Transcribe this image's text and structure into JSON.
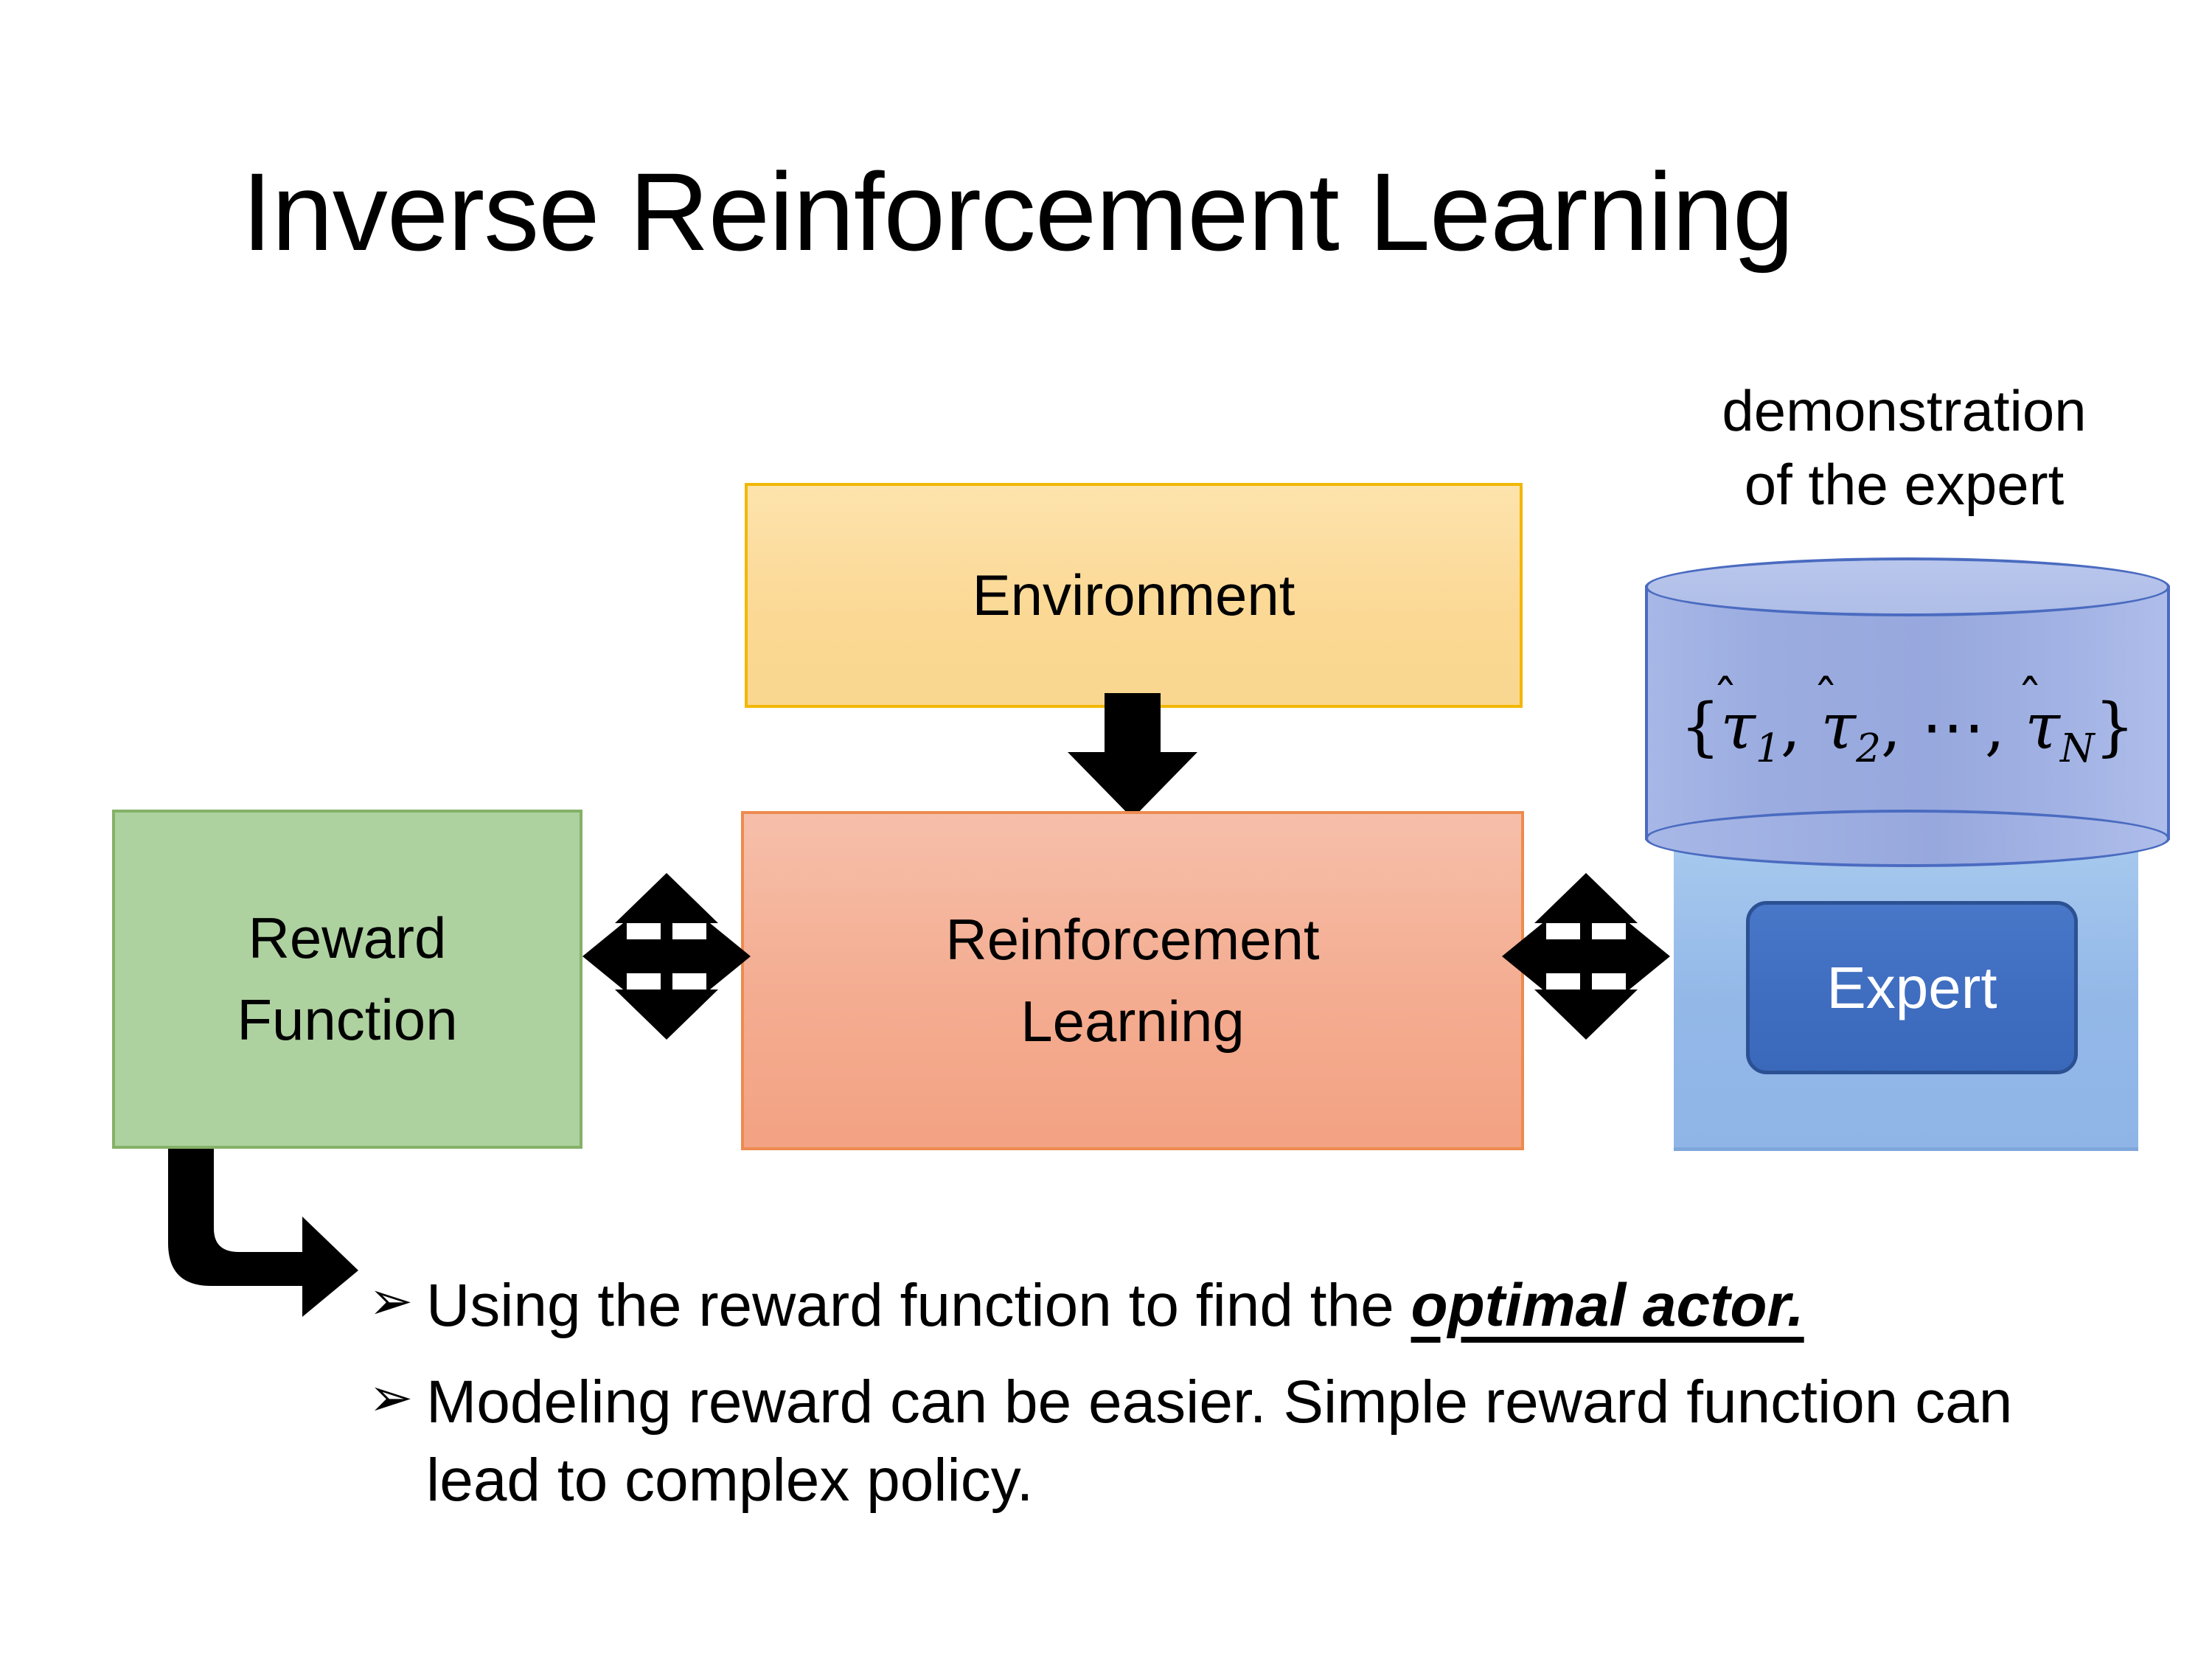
{
  "slide": {
    "title": "Inverse Reinforcement Learning",
    "background_color": "#FFFFFF"
  },
  "diagram": {
    "environment": {
      "label": "Environment",
      "fill_color": "#FBD894",
      "border_color": "#F2B705"
    },
    "reinforcement_learning": {
      "label_line1": "Reinforcement",
      "label_line2": "Learning",
      "fill_color": "#F4AC90",
      "border_color": "#ED8B4F"
    },
    "reward_function": {
      "label_line1": "Reward",
      "label_line2": "Function",
      "fill_color": "#AED1A0",
      "border_color": "#84B167"
    },
    "demonstration": {
      "caption_line1": "demonstration",
      "caption_line2": "of the expert",
      "cylinder_math": {
        "open_brace": "{",
        "tau1": "τ",
        "tau1_hat": "̂",
        "tau1_sub": "1",
        "sep1": ",",
        "tau2": "τ",
        "tau2_hat": "̂",
        "tau2_sub": "2",
        "sep2": ",",
        "ellipsis": "⋯",
        "sep3": ",",
        "tauN": "τ",
        "tauN_hat": "̂",
        "tauN_sub": "N",
        "close_brace": "}",
        "plain": "{τ̂₁, τ̂₂, ⋯, τ̂ₙ}"
      },
      "cylinder_fill_color": "#9BACE0",
      "cylinder_border_color": "#4A6BC0"
    },
    "expert": {
      "label": "Expert",
      "fill_color": "#3F6DC0",
      "border_color": "#2C5193",
      "text_color": "#FFFFFF",
      "backdrop_color": "#93B8E8"
    },
    "arrows": {
      "environment_to_rl": "down-arrow",
      "reward_rl_link": "quad-arrow",
      "rl_expert_link": "quad-arrow",
      "reward_to_bullets": "bent-arrow-right",
      "color": "#000000"
    }
  },
  "bullets": [
    {
      "marker": "➢",
      "text_before": "Using the reward function to find the ",
      "emphasis": "optimal actor.",
      "text_after": ""
    },
    {
      "marker": "➢",
      "text_before": "Modeling reward can be easier. Simple reward function can lead to complex policy.",
      "emphasis": "",
      "text_after": ""
    }
  ]
}
